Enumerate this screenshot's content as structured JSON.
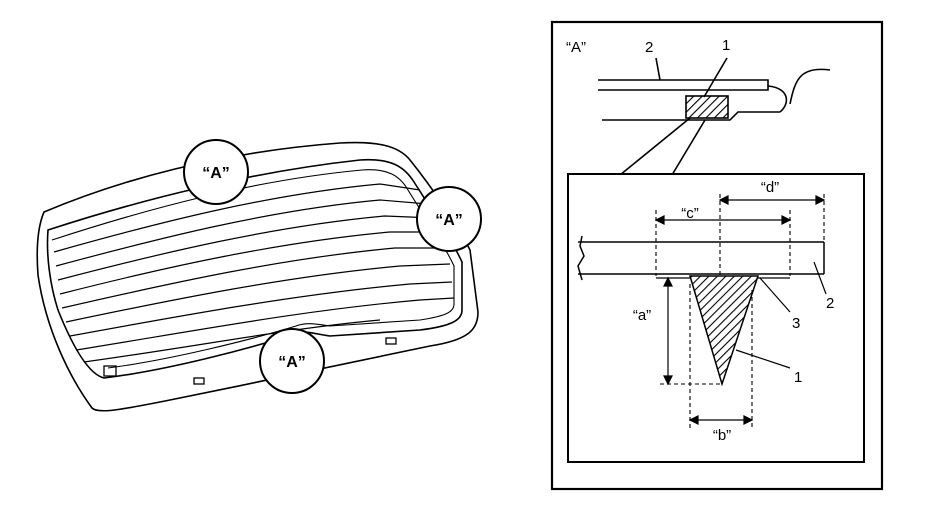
{
  "overview": {
    "callouts": [
      {
        "label": "“A”"
      },
      {
        "label": "“A”"
      },
      {
        "label": "“A”"
      }
    ]
  },
  "detail": {
    "panel_label": "“A”",
    "top_numbers": [
      {
        "label": "2"
      },
      {
        "label": "1"
      }
    ],
    "dimension_labels": {
      "a": "“a”",
      "b": "“b”",
      "c": "“c”",
      "d": "“d”"
    },
    "part_numbers": [
      {
        "label": "3"
      },
      {
        "label": "2"
      },
      {
        "label": "1"
      }
    ]
  },
  "colors": {
    "ink": "#000000",
    "paper": "#ffffff"
  }
}
